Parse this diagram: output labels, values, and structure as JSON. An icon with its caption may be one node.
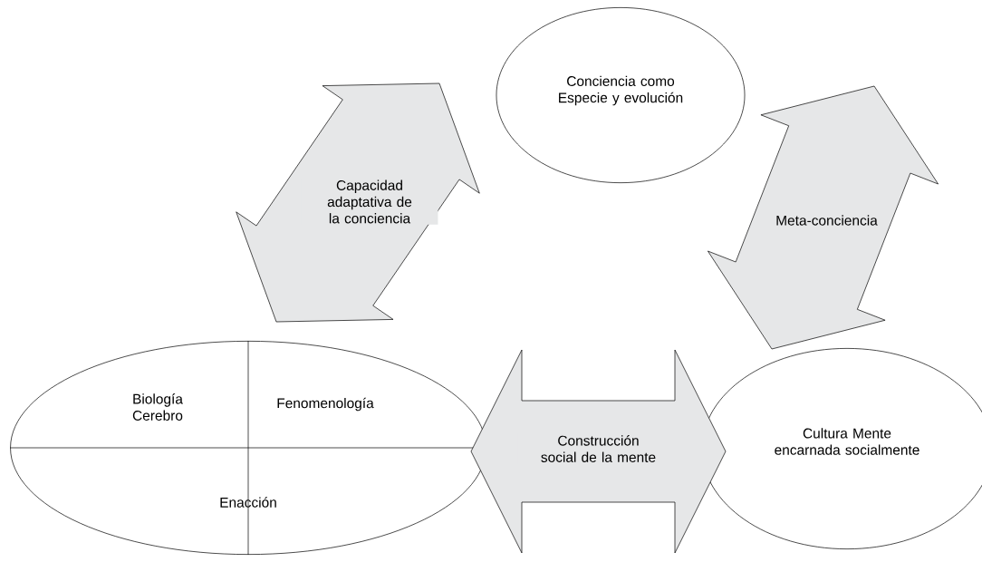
{
  "diagram": {
    "nodes": [
      {
        "text": [
          "Conciencia como Especie y evolución"
        ]
      },
      {
        "text": [
          "Biología Cerebro",
          "Fenomenología",
          "Enacción"
        ]
      },
      {
        "text": [
          "Cultura Mente encarnada socialmente"
        ]
      }
    ],
    "edges": [
      {
        "from": 1,
        "to": 0,
        "arrow": "both",
        "label": "Capacidad adaptativa de la conciencia"
      },
      {
        "from": 0,
        "to": 2,
        "arrow": "both",
        "label": "Meta-conciencia"
      },
      {
        "from": 1,
        "to": 2,
        "arrow": "both",
        "label": "Construcción social de la mente"
      }
    ]
  }
}
